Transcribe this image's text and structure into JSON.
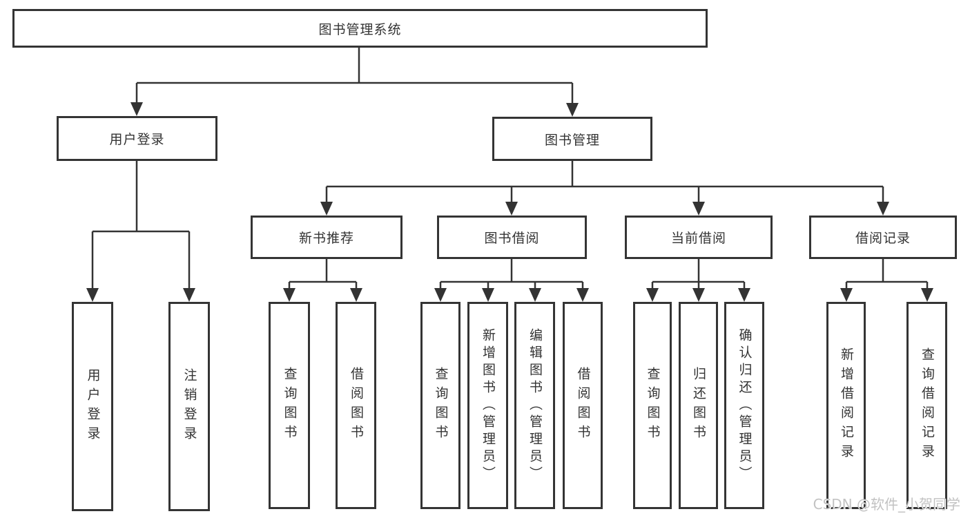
{
  "diagram": {
    "root": {
      "label": "图书管理系统",
      "children": [
        {
          "label": "用户登录",
          "children": [
            {
              "label": "用户登录"
            },
            {
              "label": "注销登录"
            }
          ]
        },
        {
          "label": "图书管理",
          "children": [
            {
              "label": "新书推荐",
              "children": [
                {
                  "label": "查询图书"
                },
                {
                  "label": "借阅图书"
                }
              ]
            },
            {
              "label": "图书借阅",
              "children": [
                {
                  "label": "查询图书"
                },
                {
                  "label": "新增图书（管理员）"
                },
                {
                  "label": "编辑图书（管理员）"
                },
                {
                  "label": "借阅图书"
                }
              ]
            },
            {
              "label": "当前借阅",
              "children": [
                {
                  "label": "查询图书"
                },
                {
                  "label": "归还图书"
                },
                {
                  "label": "确认归还（管理员）"
                }
              ]
            },
            {
              "label": "借阅记录",
              "children": [
                {
                  "label": "新增借阅记录"
                },
                {
                  "label": "查询借阅记录"
                }
              ]
            }
          ]
        }
      ]
    },
    "watermark": "CSDN @软件_小贺同学",
    "colors": {
      "line": "#333333",
      "box_border": "#343434",
      "text": "#333333",
      "watermark": "#c2c2c2",
      "background": "#ffffff"
    }
  }
}
